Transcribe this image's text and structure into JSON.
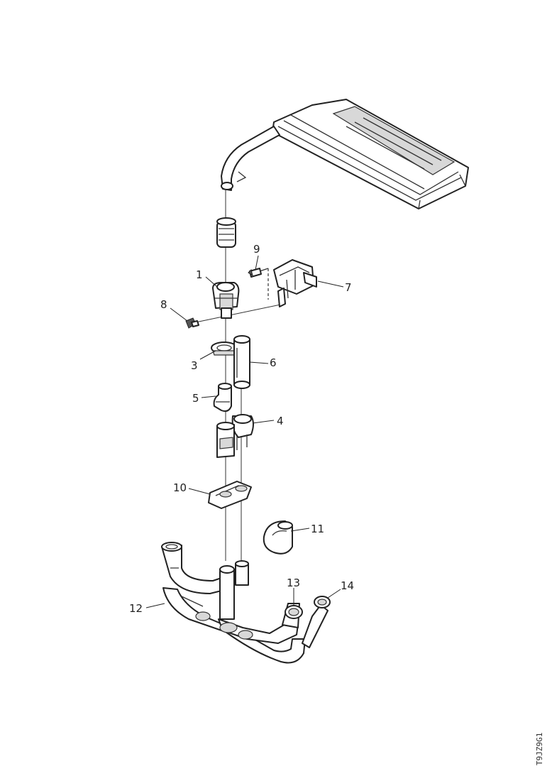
{
  "callouts": {
    "c1": "1",
    "c3": "3",
    "c4": "4",
    "c5": "5",
    "c6": "6",
    "c7": "7",
    "c8": "8",
    "c9": "9",
    "c10": "10",
    "c11": "11",
    "c12": "12",
    "c13": "13",
    "c14": "14"
  },
  "figure_code": "T9JZ9G1"
}
